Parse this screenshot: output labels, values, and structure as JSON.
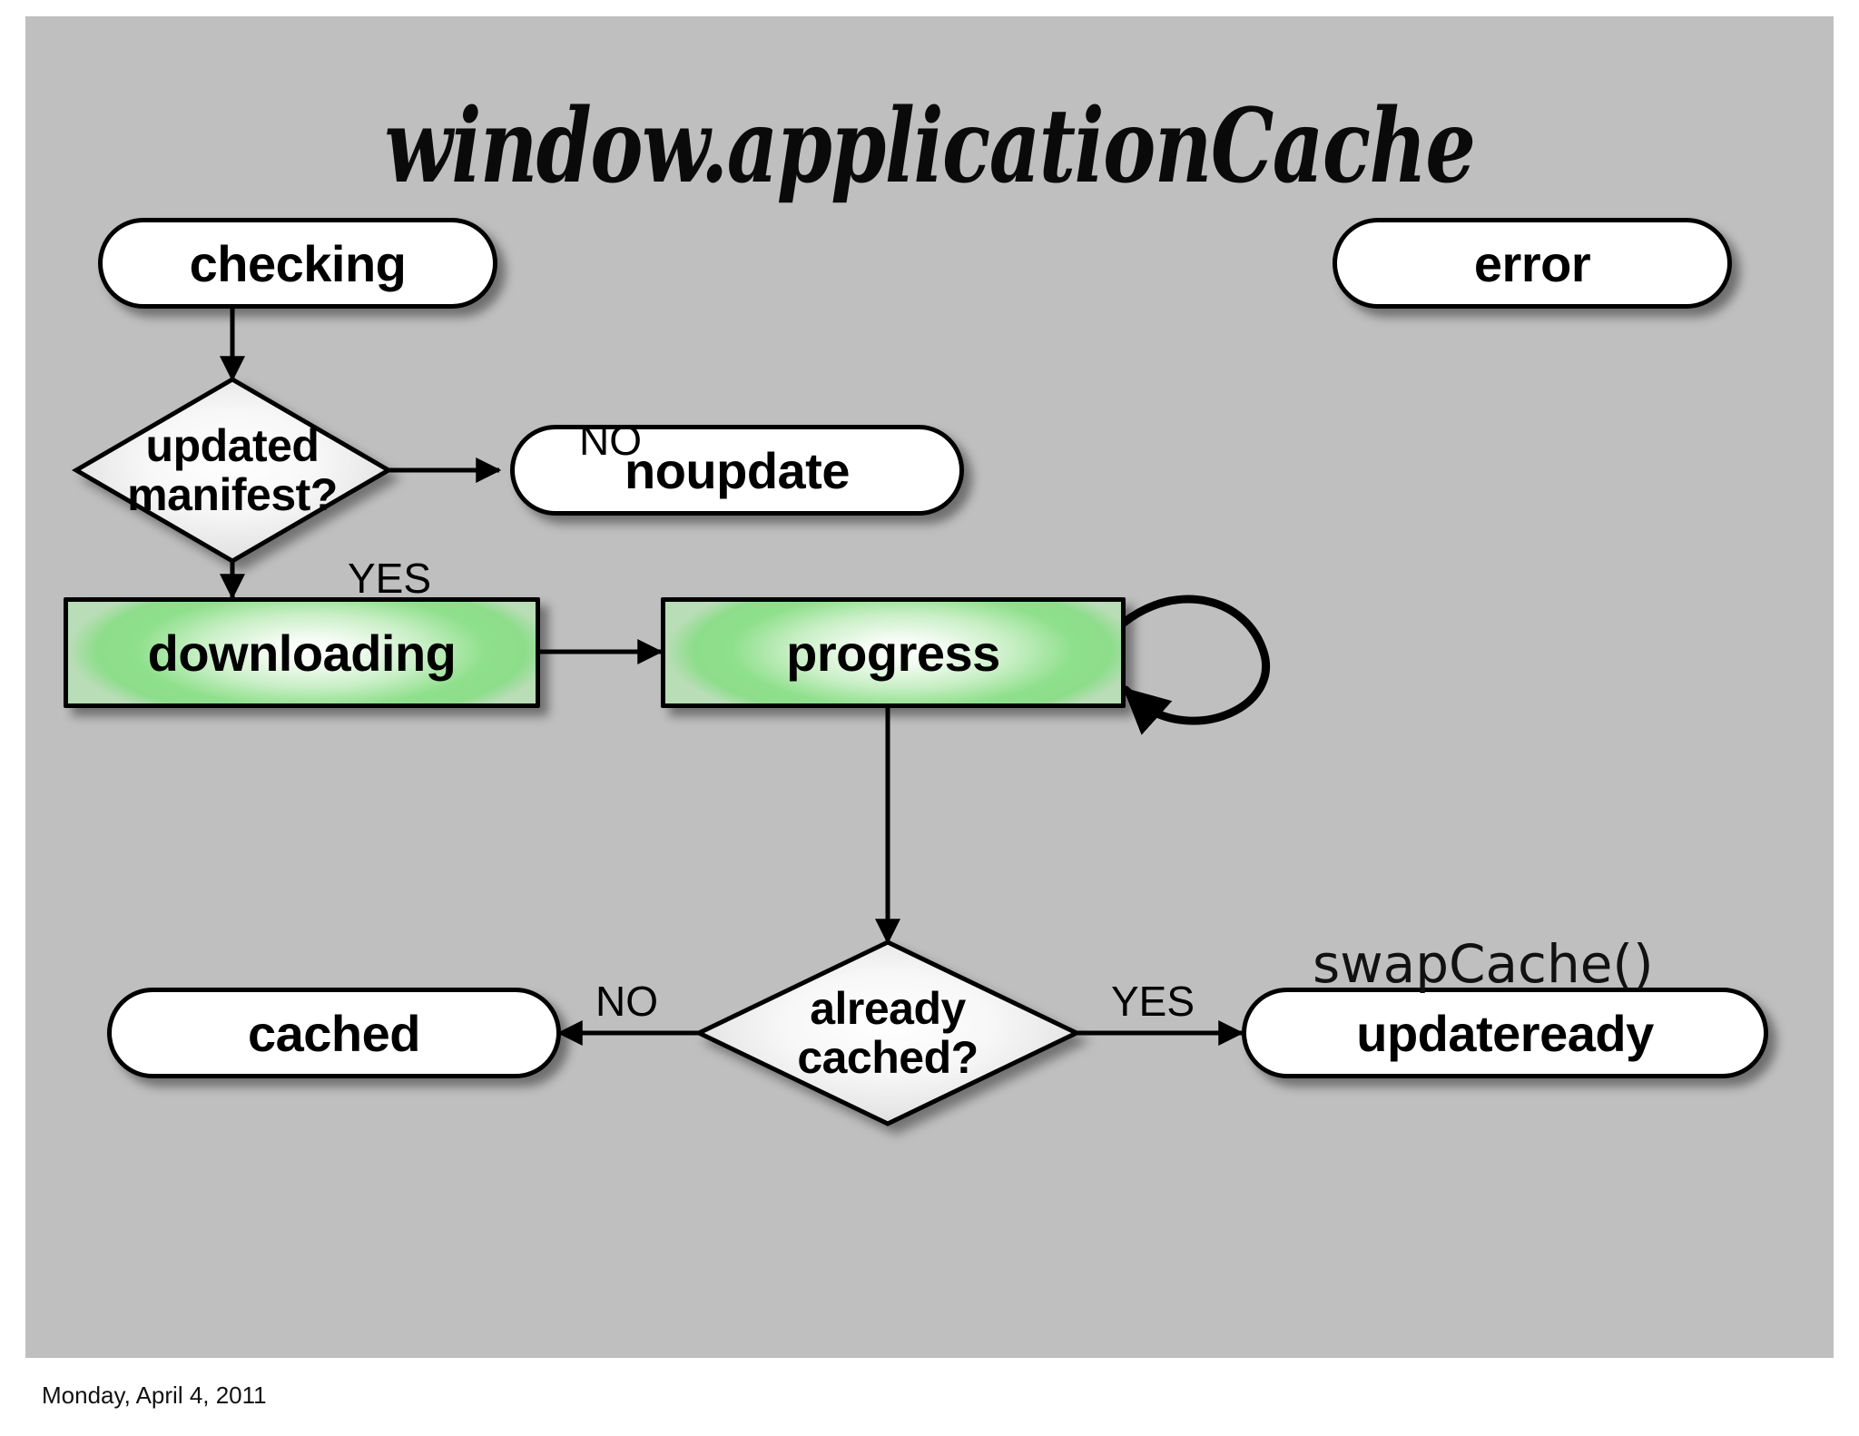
{
  "slide": {
    "title": "window.applicationCache",
    "background_color": "#bfbfbf",
    "footer_date": "Monday, April 4, 2011",
    "annotation": "swapCache()"
  },
  "diagram": {
    "type": "flowchart",
    "nodes": [
      {
        "id": "checking",
        "label": "checking",
        "shape": "pill",
        "fill": "#ffffff"
      },
      {
        "id": "error",
        "label": "error",
        "shape": "pill",
        "fill": "#ffffff"
      },
      {
        "id": "noupdate",
        "label": "noupdate",
        "shape": "pill",
        "fill": "#ffffff"
      },
      {
        "id": "cached",
        "label": "cached",
        "shape": "pill",
        "fill": "#ffffff"
      },
      {
        "id": "updateready",
        "label": "updateready",
        "shape": "pill",
        "fill": "#ffffff"
      },
      {
        "id": "downloading",
        "label": "downloading",
        "shape": "rect",
        "fill": "#8ddd8b"
      },
      {
        "id": "progress",
        "label": "progress",
        "shape": "rect",
        "fill": "#8ddd8b"
      },
      {
        "id": "manifest",
        "label_line1": "updated",
        "label_line2": "manifest?",
        "shape": "diamond",
        "fill": "#ededed"
      },
      {
        "id": "alreadycached",
        "label_line1": "already",
        "label_line2": "cached?",
        "shape": "diamond",
        "fill": "#ededed"
      }
    ],
    "edges": [
      {
        "from": "checking",
        "to": "manifest",
        "label": ""
      },
      {
        "from": "manifest",
        "to": "noupdate",
        "label": "NO"
      },
      {
        "from": "manifest",
        "to": "downloading",
        "label": "YES"
      },
      {
        "from": "downloading",
        "to": "progress",
        "label": ""
      },
      {
        "from": "progress",
        "to": "progress",
        "label": ""
      },
      {
        "from": "progress",
        "to": "alreadycached",
        "label": ""
      },
      {
        "from": "alreadycached",
        "to": "cached",
        "label": "NO"
      },
      {
        "from": "alreadycached",
        "to": "updateready",
        "label": "YES"
      }
    ]
  }
}
